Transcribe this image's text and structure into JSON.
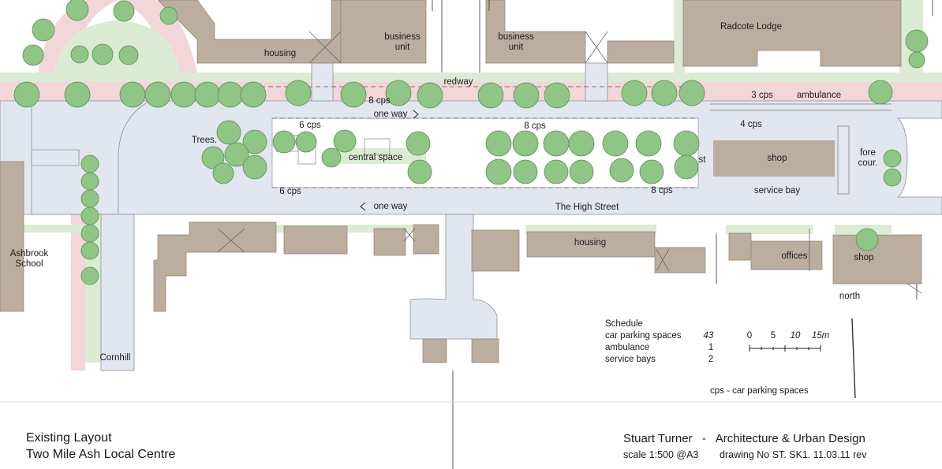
{
  "colors": {
    "road": "#e2e6ee",
    "verge": "#dcebd4",
    "building": "#bcae9f",
    "redway": "#f3d6d9",
    "tree": "#8fc585",
    "tree_edge": "#5b8c52",
    "ink": "#1a1a1a"
  },
  "labels": {
    "housing_north": "housing",
    "business_unit_1": "business\nunit",
    "business_unit_2": "business\nunit",
    "radcote_lodge": "Radcote Lodge",
    "redway": "redway",
    "cps_8_a": "8 cps",
    "one_way_east": "one way",
    "cps_3": "3 cps",
    "ambulance": "ambulance",
    "cps_6_top": "6 cps",
    "cps_8_b": "8 cps",
    "cps_4": "4 cps",
    "trees": "Trees.",
    "central_space": "central space",
    "st": "st",
    "shop_east": "shop",
    "forecourt": "fore\ncour.",
    "cps_6_bottom": "6 cps",
    "cps_8_c": "8 cps",
    "service_bay": "service  bay",
    "one_way_west": "one way",
    "the_high_street": "The High Street",
    "housing_south": "housing",
    "offices": "offices",
    "shop_south": "shop",
    "ashbrook_school": "Ashbrook\nSchool",
    "cornhill": "Cornhill",
    "north": "north"
  },
  "schedule": {
    "heading": "Schedule",
    "rows": [
      {
        "label": "car parking spaces",
        "value": "43"
      },
      {
        "label": "ambulance",
        "value": "1"
      },
      {
        "label": "service bays",
        "value": "2"
      }
    ]
  },
  "scale_bar": {
    "ticks": [
      "0",
      "5",
      "10",
      "15m"
    ]
  },
  "legend_note": "cps - car parking spaces",
  "title_block": {
    "line1": "Existing Layout",
    "line2": "Two Mile Ash Local Centre",
    "author": "Stuart Turner   -   Architecture & Urban Design",
    "scale": "scale 1:500 @A3",
    "drawing_no": "drawing No ST. SK1. 11.03.11 rev"
  }
}
